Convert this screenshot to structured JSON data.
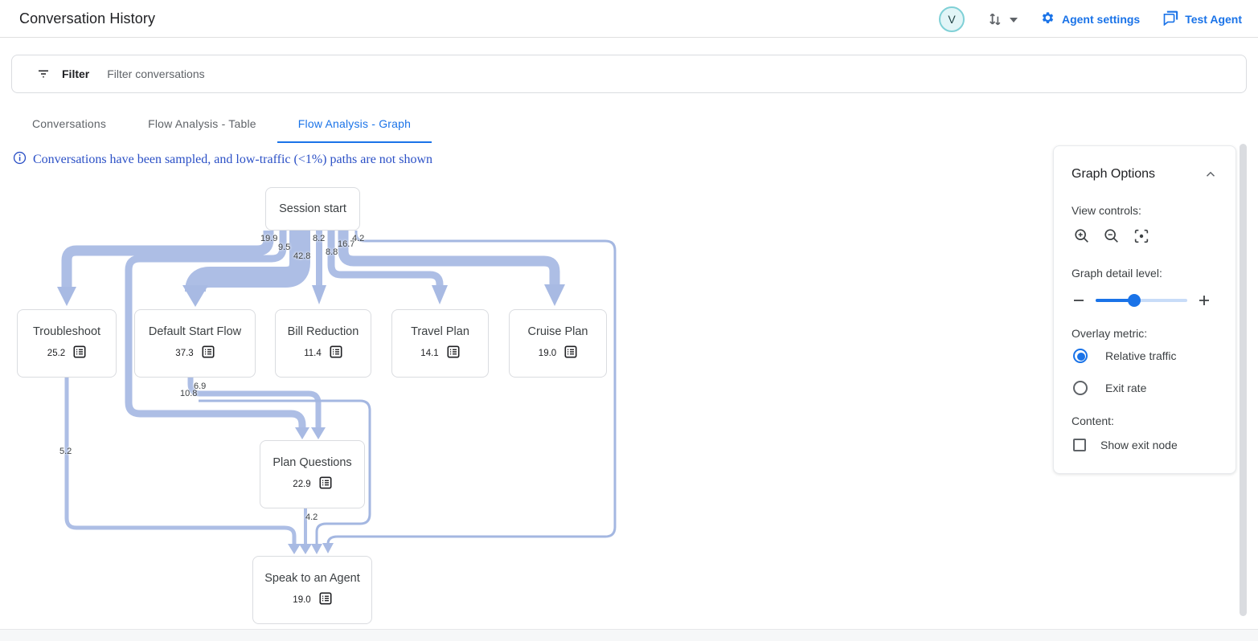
{
  "header": {
    "title": "Conversation History",
    "avatar_letter": "V",
    "agent_settings": "Agent settings",
    "test_agent": "Test Agent"
  },
  "filter_bar": {
    "label": "Filter",
    "placeholder": "Filter conversations"
  },
  "tabs": [
    {
      "label": "Conversations",
      "active": false
    },
    {
      "label": "Flow Analysis - Table",
      "active": false
    },
    {
      "label": "Flow Analysis - Graph",
      "active": true
    }
  ],
  "notice": {
    "text": "Conversations have been sampled, and low-traffic (<1%) paths are not shown"
  },
  "graph": {
    "nodes": [
      {
        "id": "session-start",
        "label": "Session start"
      },
      {
        "id": "troubleshoot",
        "label": "Troubleshoot",
        "value": "25.2"
      },
      {
        "id": "default-start-flow",
        "label": "Default Start Flow",
        "value": "37.3"
      },
      {
        "id": "bill-reduction",
        "label": "Bill Reduction",
        "value": "11.4"
      },
      {
        "id": "travel-plan",
        "label": "Travel Plan",
        "value": "14.1"
      },
      {
        "id": "cruise-plan",
        "label": "Cruise Plan",
        "value": "19.0"
      },
      {
        "id": "plan-questions",
        "label": "Plan Questions",
        "value": "22.9"
      },
      {
        "id": "speak-to-an-agent",
        "label": "Speak to an Agent",
        "value": "19.0"
      }
    ],
    "edge_labels": [
      {
        "value": "19.9"
      },
      {
        "value": "9.5"
      },
      {
        "value": "42.8"
      },
      {
        "value": "8.2"
      },
      {
        "value": "8.8"
      },
      {
        "value": "16.7"
      },
      {
        "value": "4.2"
      },
      {
        "value": "6.9"
      },
      {
        "value": "10.8"
      },
      {
        "value": "5.2"
      },
      {
        "value": "4.2"
      }
    ]
  },
  "options_panel": {
    "title": "Graph Options",
    "view_controls_label": "View controls:",
    "detail_level_label": "Graph detail level:",
    "overlay_metric_label": "Overlay metric:",
    "overlay_options": [
      {
        "label": "Relative traffic",
        "selected": true
      },
      {
        "label": "Exit rate",
        "selected": false
      }
    ],
    "content_label": "Content:",
    "show_exit_node_label": "Show exit node",
    "detail_slider_percent": 41
  },
  "colors": {
    "accent_blue": "#1a73e8",
    "ribbon_blue": "#adbee5",
    "notice_blue": "#2b50c6"
  }
}
